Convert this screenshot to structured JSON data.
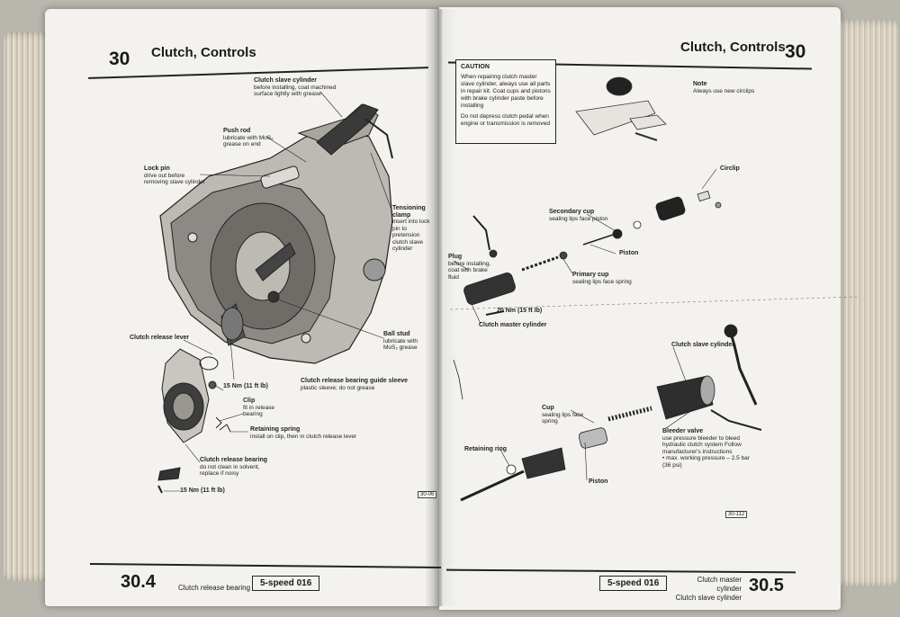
{
  "left_page": {
    "section_number": "30",
    "section_title": "Clutch, Controls",
    "footer": {
      "page_number": "30.4",
      "topic": "Clutch release bearing",
      "transmission": "5-speed 016"
    },
    "figure_code": "30-06",
    "callouts": {
      "slave_cylinder": {
        "title": "Clutch slave cylinder",
        "note": "before installing, coat machined surface lightly with grease"
      },
      "push_rod": {
        "title": "Push rod",
        "note": "lubricate with MoS₂ grease on end"
      },
      "lock_pin": {
        "title": "Lock pin",
        "note": "drive out before removing slave cylinder"
      },
      "tensioning_clamp": {
        "title": "Tensioning clamp",
        "note": "insert into lock pin to pretension clutch slave cylinder"
      },
      "ball_stud": {
        "title": "Ball stud",
        "note": "lubricate with MoS₂ grease"
      },
      "release_lever": {
        "title": "Clutch release lever",
        "note": ""
      },
      "torque_top": {
        "title": "15 Nm (11 ft lb)"
      },
      "guide_sleeve": {
        "title": "Clutch release bearing guide sleeve",
        "note": "plastic sleeve; do not grease"
      },
      "clip": {
        "title": "Clip",
        "note": "fit in release bearing"
      },
      "retaining_spring": {
        "title": "Retaining spring",
        "note": "install on clip, then in clutch release lever"
      },
      "release_bearing": {
        "title": "Clutch release bearing",
        "note": "do not clean in solvent, replace if noisy"
      },
      "torque_bottom": {
        "title": "15 Nm (11 ft lb)"
      }
    }
  },
  "right_page": {
    "section_number": "30",
    "section_title": "Clutch, Controls",
    "footer": {
      "page_number": "30.5",
      "topic_1": "Clutch master cylinder",
      "topic_2": "Clutch slave cylinder",
      "transmission": "5-speed 016"
    },
    "figure_code": "30-112",
    "caution": {
      "title": "CAUTION",
      "text_1": "When repairing clutch master slave cylinder, always use all parts in repair kit. Coat cups and pistons with brake cylinder paste before installing",
      "text_2": "Do not depress clutch pedal when engine or transmission is removed"
    },
    "note": {
      "title": "Note",
      "text": "Always use new circlips"
    },
    "callouts": {
      "circlip": {
        "title": "Circlip"
      },
      "secondary_cup": {
        "title": "Secondary cup",
        "note": "sealing lips face piston"
      },
      "piston_top": {
        "title": "Piston"
      },
      "plug": {
        "title": "Plug",
        "note": "before installing, coat with brake fluid"
      },
      "primary_cup": {
        "title": "Primary cup",
        "note": "sealing lips face spring"
      },
      "torque": {
        "title": "20 Nm (15 ft lb)"
      },
      "master_cylinder": {
        "title": "Clutch master cylinder"
      },
      "slave_cylinder": {
        "title": "Clutch slave cylinder"
      },
      "cup": {
        "title": "Cup",
        "note": "sealing lips face spring"
      },
      "bleeder_valve": {
        "title": "Bleeder valve",
        "note": "use pressure bleeder to bleed hydraulic clutch system Follow manufacturer's instructions",
        "bullet": "• max. working pressure – 2.5 bar (36 psi)"
      },
      "retaining_ring": {
        "title": "Retaining ring"
      },
      "piston_bottom": {
        "title": "Piston"
      }
    }
  }
}
